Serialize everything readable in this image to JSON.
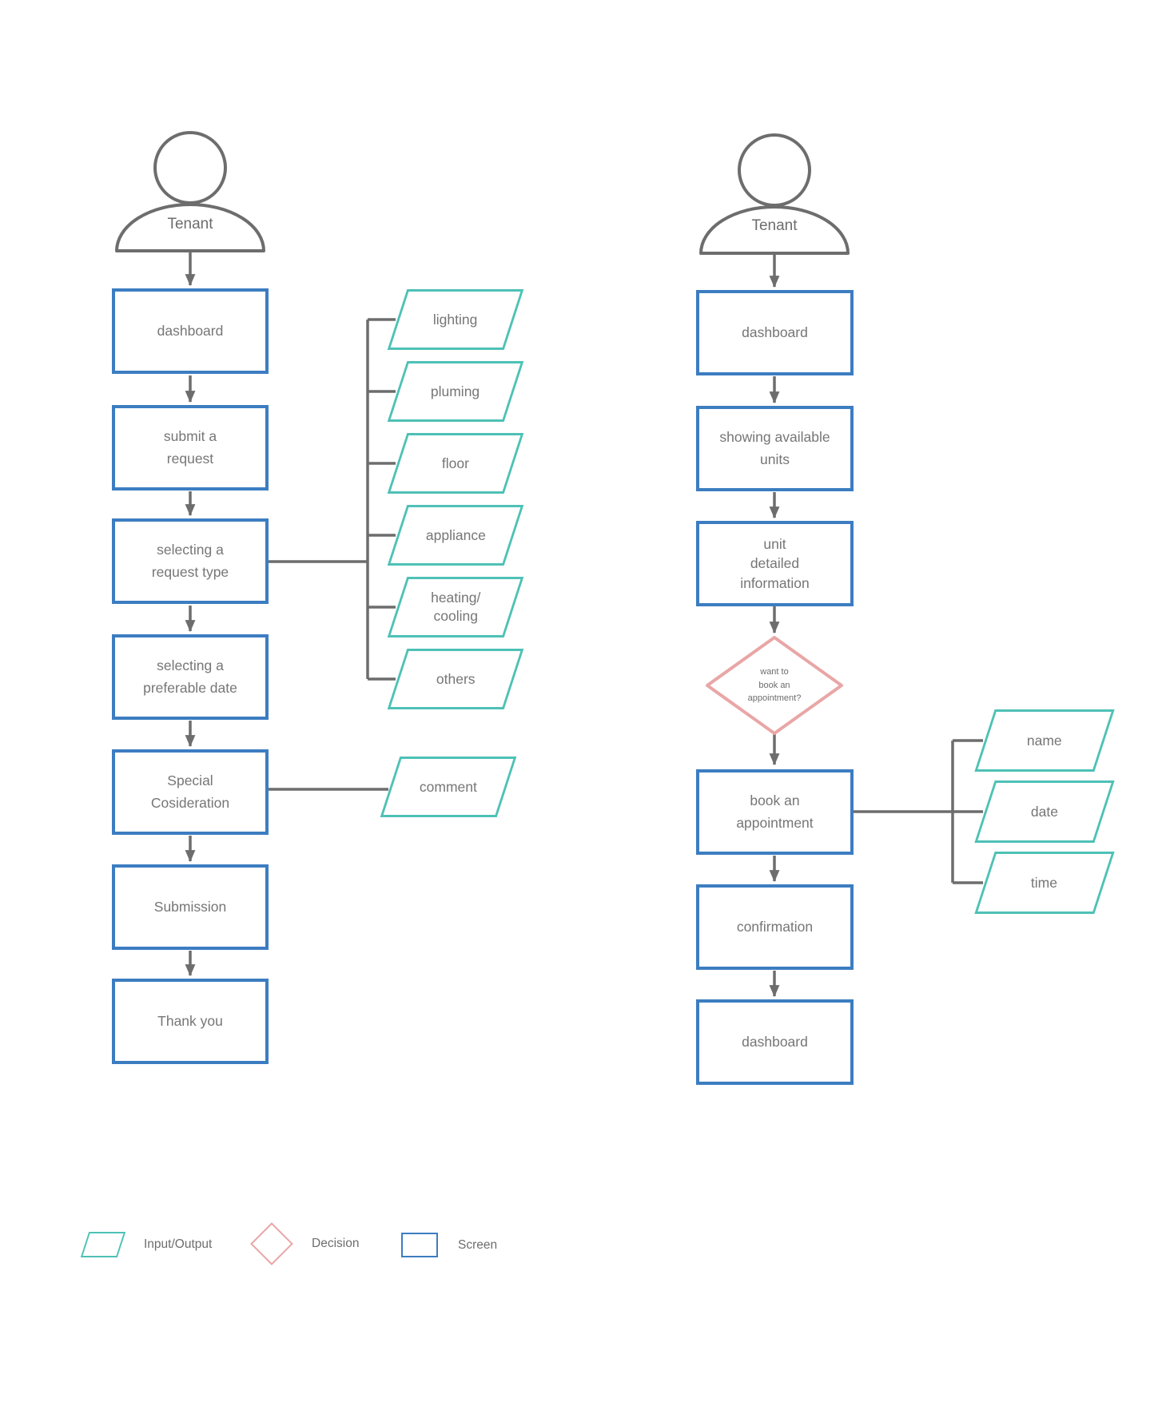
{
  "left_flow": {
    "actor_label": "Tenant",
    "nodes": {
      "dashboard": "dashboard",
      "submit_request": "submit a\nrequest",
      "select_request_type": "selecting a\nrequest type",
      "select_preferable_date": "selecting a\npreferable date",
      "special_consideration": "Special\nCosideration",
      "submission": "Submission",
      "thank_you": "Thank you"
    },
    "request_type_options": [
      "lighting",
      "pluming",
      "floor",
      "appliance",
      "heating/\ncooling",
      "others"
    ],
    "consideration_input": "comment"
  },
  "right_flow": {
    "actor_label": "Tenant",
    "nodes": {
      "dashboard_top": "dashboard",
      "showing_units": "showing available\nunits",
      "unit_info": "unit\ndetailed\ninformation",
      "decision": "want to\nbook an\nappointment?",
      "book_appointment": "book an\nappointment",
      "confirmation": "confirmation",
      "dashboard_bottom": "dashboard"
    },
    "appointment_inputs": [
      "name",
      "date",
      "time"
    ]
  },
  "legend": {
    "io_label": "Input/Output",
    "decision_label": "Decision",
    "screen_label": "Screen"
  },
  "colors": {
    "screen_border": "#3c7dc1",
    "io_border": "#4ec1b6",
    "decision_border": "#e9a6a6",
    "connector": "#6d6d6d",
    "text": "#767676"
  }
}
